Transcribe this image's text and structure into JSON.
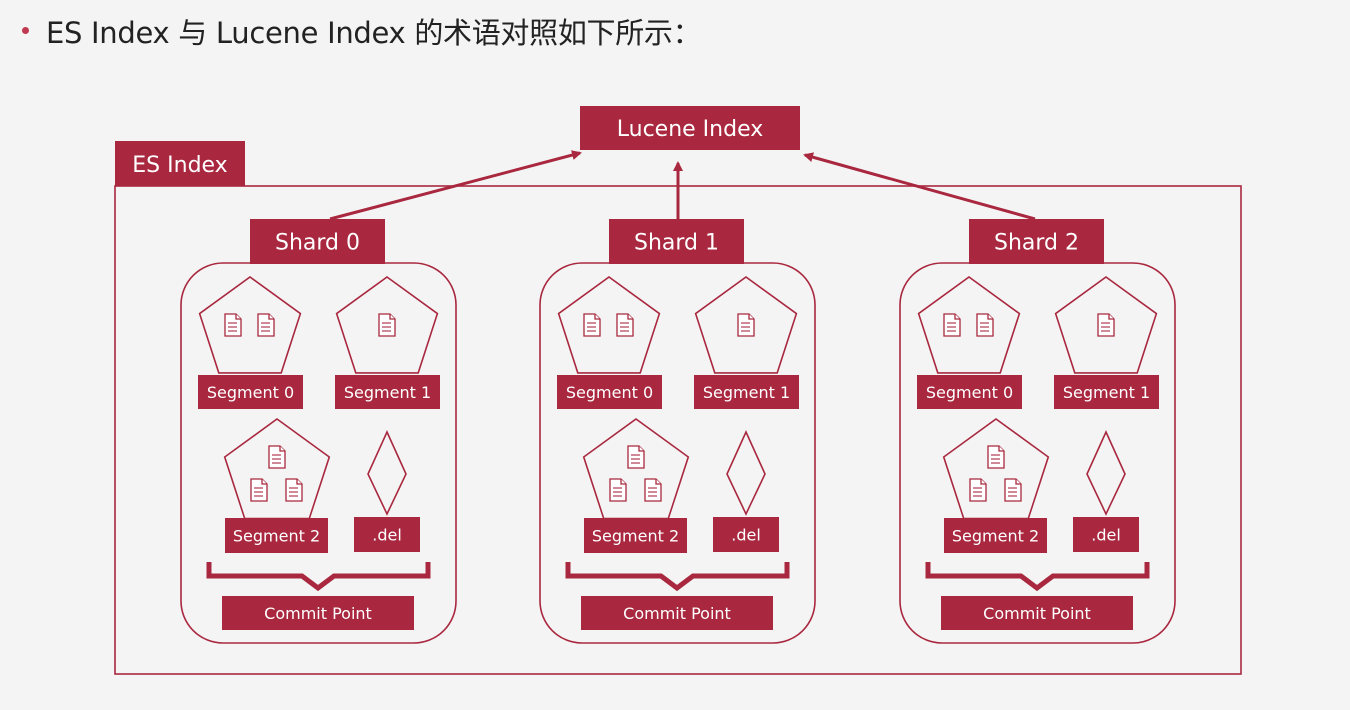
{
  "heading": "ES Index 与 Lucene Index 的术语对照如下所示：",
  "diagram": {
    "lucene_index_label": "Lucene Index",
    "es_index_label": "ES Index",
    "shards": [
      {
        "label": "Shard 0",
        "segments": [
          {
            "label": "Segment 0",
            "docs": 2
          },
          {
            "label": "Segment 1",
            "docs": 1
          },
          {
            "label": "Segment 2",
            "docs": 3
          }
        ],
        "del_label": ".del",
        "commit_label": "Commit Point"
      },
      {
        "label": "Shard 1",
        "segments": [
          {
            "label": "Segment 0",
            "docs": 2
          },
          {
            "label": "Segment 1",
            "docs": 1
          },
          {
            "label": "Segment 2",
            "docs": 3
          }
        ],
        "del_label": ".del",
        "commit_label": "Commit Point"
      },
      {
        "label": "Shard 2",
        "segments": [
          {
            "label": "Segment 0",
            "docs": 2
          },
          {
            "label": "Segment 1",
            "docs": 1
          },
          {
            "label": "Segment 2",
            "docs": 3
          }
        ],
        "del_label": ".del",
        "commit_label": "Commit Point"
      }
    ],
    "colors": {
      "accent": "#a9283f",
      "label_text": "#ffffff",
      "background": "#f4f4f4"
    }
  }
}
